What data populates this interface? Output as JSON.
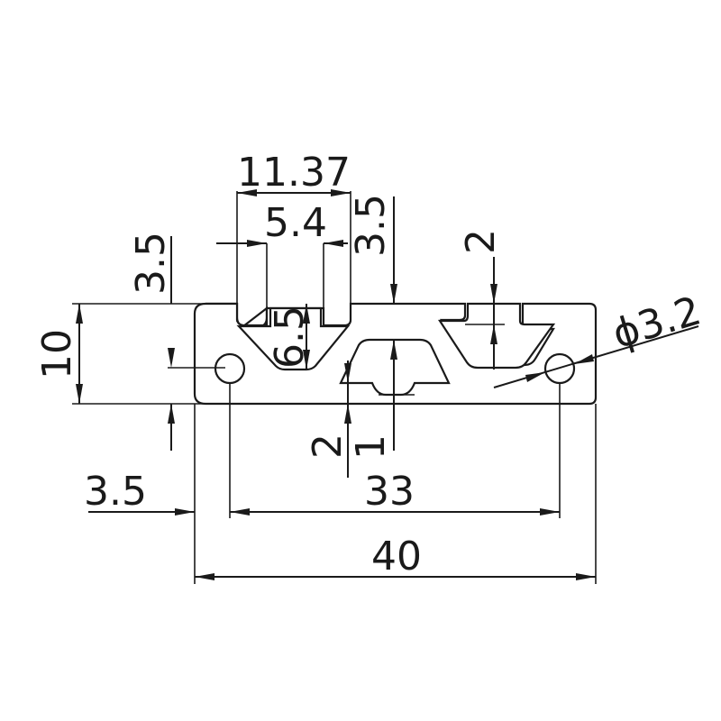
{
  "dimensions": {
    "slot_opening_width": "11.37",
    "slot_neck_width": "5.4",
    "slot_depth_left": "3.5",
    "slot_depth_right": "3.5",
    "lip_thickness": "2",
    "slot_height": "6.5",
    "profile_height": "10",
    "hole_diameter": "ϕ3.2",
    "bottom_wall": "2",
    "center_web": "1",
    "hole_edge_offset": "3.5",
    "hole_spacing": "33",
    "profile_width": "40"
  }
}
